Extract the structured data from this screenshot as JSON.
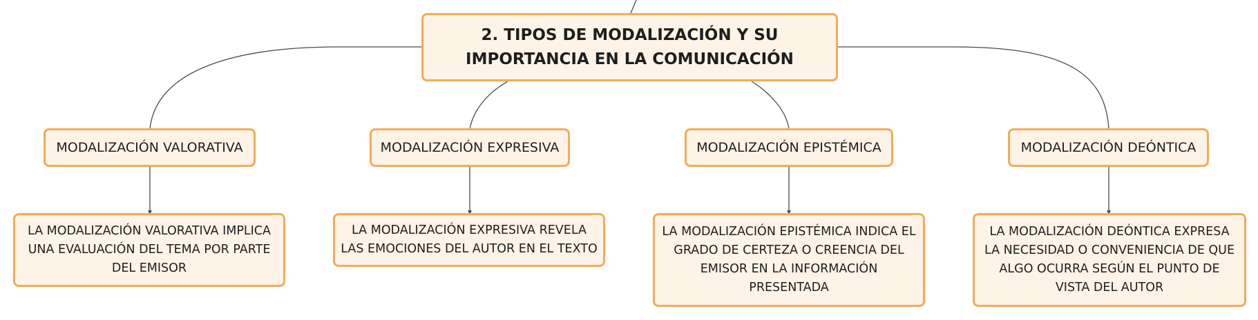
{
  "diagram": {
    "root": {
      "label": "2. TIPOS DE MODALIZACIÓN Y SU IMPORTANCIA EN LA COMUNICACIÓN"
    },
    "branches": [
      {
        "type_label": "MODALIZACIÓN VALORATIVA",
        "description": "LA MODALIZACIÓN VALORATIVA IMPLICA UNA EVALUACIÓN DEL TEMA POR PARTE DEL EMISOR"
      },
      {
        "type_label": "MODALIZACIÓN EXPRESIVA",
        "description": "LA MODALIZACIÓN EXPRESIVA REVELA LAS EMOCIONES DEL AUTOR EN EL TEXTO"
      },
      {
        "type_label": "MODALIZACIÓN EPISTÉMICA",
        "description": "LA MODALIZACIÓN EPISTÉMICA INDICA EL GRADO DE CERTEZA O CREENCIA DEL EMISOR EN LA INFORMACIÓN PRESENTADA"
      },
      {
        "type_label": "MODALIZACIÓN DEÓNTICA",
        "description": "LA MODALIZACIÓN DEÓNTICA EXPRESA LA NECESIDAD O CONVENIENCIA DE QUE ALGO OCURRA SEGÚN EL PUNTO DE VISTA DEL AUTOR"
      }
    ]
  },
  "colors": {
    "node_fill": "#fdf3e6",
    "node_border": "#f2ab5a",
    "connector": "#4a4a4a",
    "text": "#1e1e1e"
  }
}
